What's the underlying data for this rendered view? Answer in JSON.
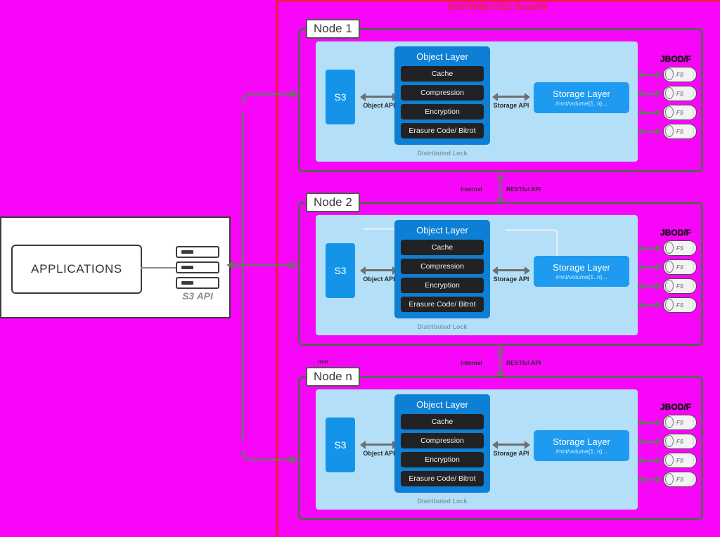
{
  "diagram": {
    "title": "DISTRIBUTED RustFS",
    "title_color": "#e8294f",
    "background_color": "#f706f7",
    "cluster_border_color": "#f4145a"
  },
  "applications": {
    "box_label": "APPLICATIONS",
    "api_label": "S3 API",
    "server_icon": "server-stack-icon"
  },
  "api_labels": {
    "object": "Object API",
    "storage": "Storage API",
    "internal": "Internal",
    "restful": "RESTful API",
    "stray_fragment": "nce"
  },
  "object_layer": {
    "title": "Object Layer",
    "color": "#0d7fd4",
    "items": [
      "Cache",
      "Compression",
      "Encryption",
      "Erasure Code/ Bitrot"
    ],
    "footer": "Distributed Lock"
  },
  "storage_layer": {
    "title": "Storage Layer",
    "subtitle": "/mnt/volume{1..n}...",
    "color": "#1e9bf0"
  },
  "s3": {
    "label": "S3",
    "color": "#1494e8"
  },
  "jbod": {
    "title": "JBOD/F",
    "disk_label": "FS",
    "disk_count": 4
  },
  "nodes": [
    {
      "label": "Node 1"
    },
    {
      "label": "Node 2"
    },
    {
      "label": "Node n"
    }
  ]
}
